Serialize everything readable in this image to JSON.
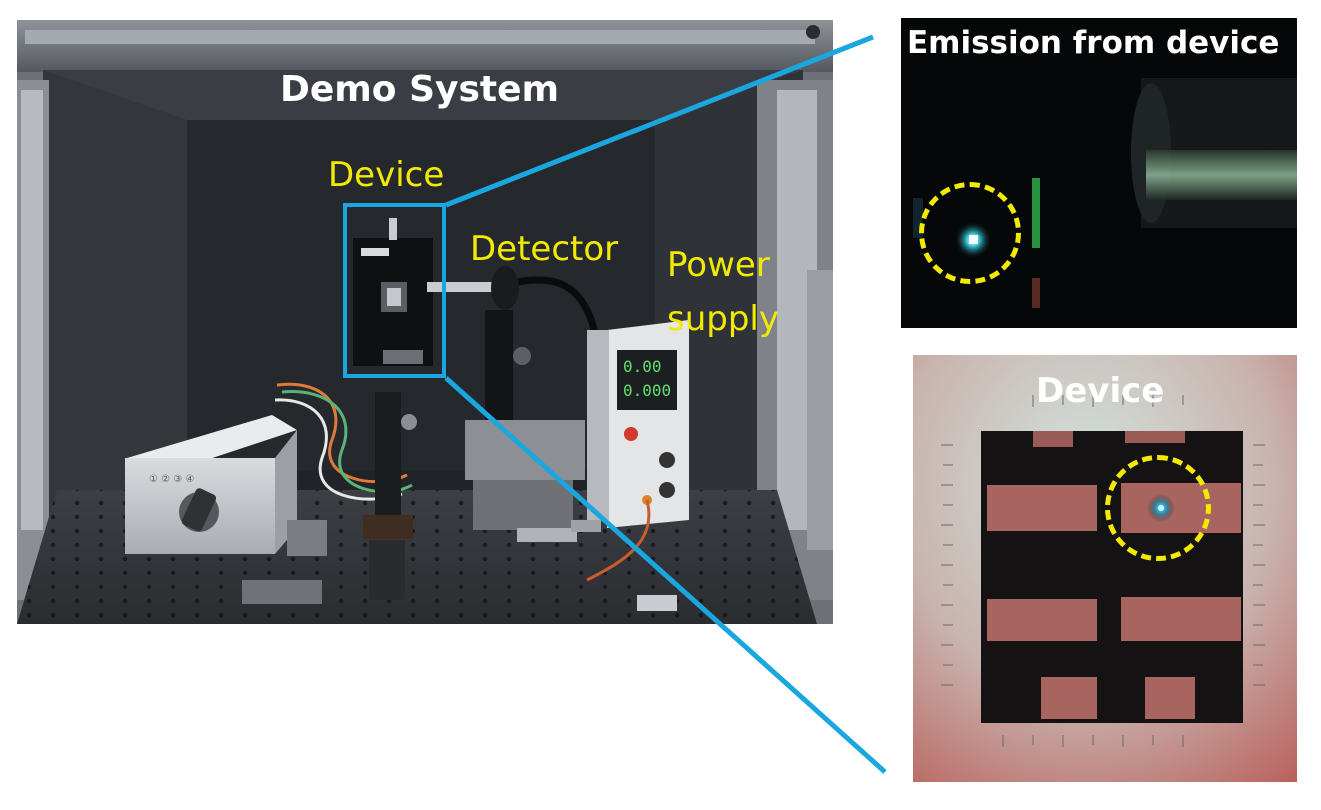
{
  "colors": {
    "callout_line": "#1aa6df",
    "highlight_circle": "#f2ea00",
    "white_label": "#ffffff",
    "yellow_label": "#f2ea00"
  },
  "main_photo": {
    "title": "Demo System",
    "labels": {
      "device": "Device",
      "detector": "Detector",
      "power_supply_line1": "Power",
      "power_supply_line2": "supply"
    }
  },
  "emission_panel": {
    "title": "Emission from device"
  },
  "device_panel": {
    "title": "Device"
  }
}
